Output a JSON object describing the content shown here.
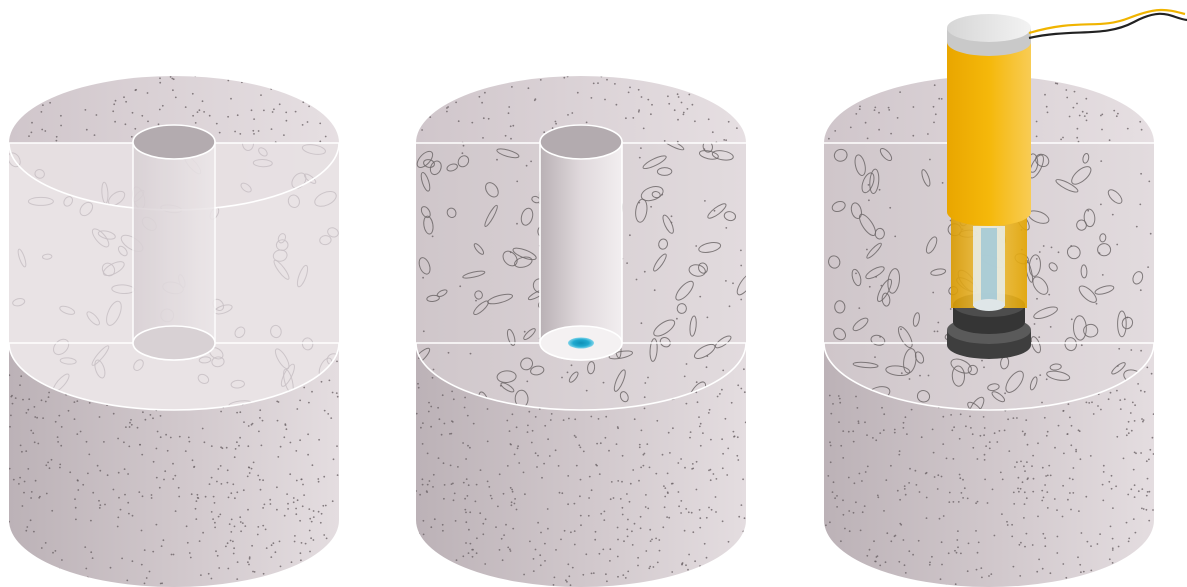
{
  "figure": {
    "panels": [
      {
        "id": "step-1",
        "stage": "drilled-hole",
        "concrete_layer": "translucent",
        "hole_bottom": "empty"
      },
      {
        "id": "step-2",
        "stage": "solution-applied",
        "concrete_layer": "aggregate-visible",
        "hole_bottom": "liquid-drop"
      },
      {
        "id": "step-3",
        "stage": "sensor-installed",
        "concrete_layer": "aggregate-visible",
        "hole_bottom": "sensor"
      }
    ],
    "colors": {
      "concrete_light": "#e1d9dc",
      "concrete_mid": "#cfc5c9",
      "concrete_dark": "#bdb3b8",
      "speckle": "#6b6366",
      "aggregate_stroke": "#6d6769",
      "liquid": "#1aa4c9",
      "sensor_body": "#f3b305",
      "sensor_cap": "#e6e6e6",
      "sensor_base": "#4a4a4a",
      "wire_black": "#222222",
      "wire_yellow": "#f0b400"
    },
    "icons": [
      "concrete-cylinder-icon",
      "drilled-hole-icon",
      "liquid-drop-icon",
      "moisture-sensor-icon",
      "cable-icon"
    ]
  }
}
